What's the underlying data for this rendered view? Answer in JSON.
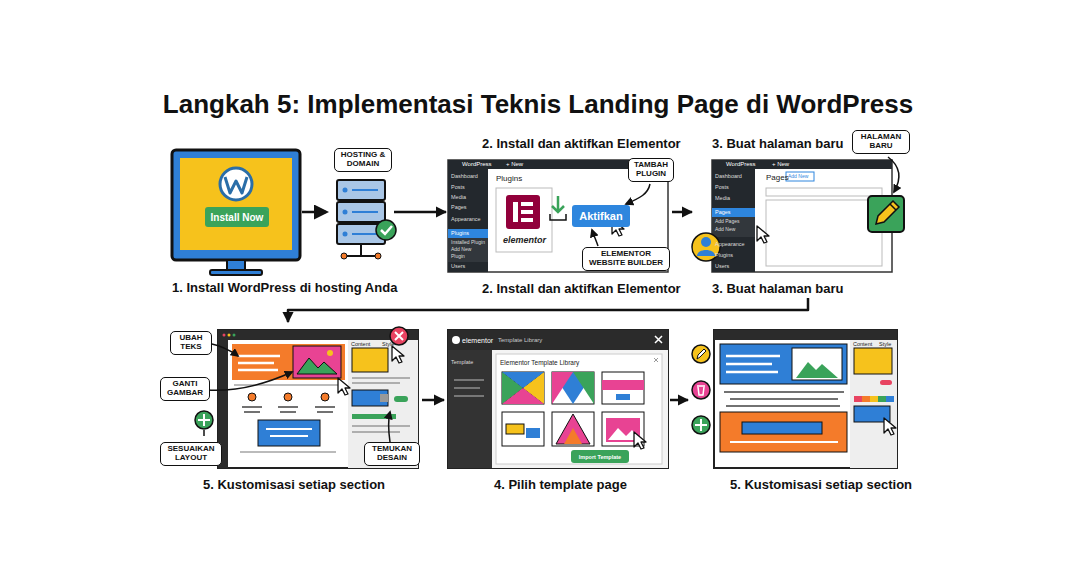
{
  "diagram": {
    "title": "Langkah 5: Implementasi Teknis Landing Page di WordPress",
    "nodes": [
      {
        "text": [
          "1. Install WordPress di hosting Anda"
        ]
      },
      {
        "text": [
          "Install Now"
        ],
        "in": 0
      },
      {
        "text": [
          "HOSTING & DOMAIN"
        ],
        "in": 0
      },
      {
        "text": [
          "2. Install dan aktifkan Elementor",
          "2. Install dan aktifkan Elementor"
        ]
      },
      {
        "text": [
          "TAMBAH PLUGIN"
        ],
        "in": 3
      },
      {
        "text": [
          "Aktifkan"
        ],
        "in": 3
      },
      {
        "text": [
          "ELEMENTOR WEBSITE BUILDER"
        ],
        "in": 3
      },
      {
        "text": [
          "3. Buat halaman baru",
          "3. Buat halaman baru"
        ]
      },
      {
        "text": [
          "HALAMAN BARU"
        ],
        "in": 7
      },
      {
        "text": [
          "5. Kustomisasi setiap section"
        ]
      },
      {
        "text": [
          "UBAH TEKS"
        ],
        "in": 9
      },
      {
        "text": [
          "GANTI GAMBAR"
        ],
        "in": 9
      },
      {
        "text": [
          "SESUAIKAN LAYOUT"
        ],
        "in": 9
      },
      {
        "text": [
          "TEMUKAN DESAIN"
        ],
        "in": 9
      },
      {
        "text": [
          "4. Pilih template page"
        ]
      },
      {
        "text": [
          "Import Template"
        ],
        "in": 14
      },
      {
        "text": [
          "5. Kustomisasi setiap section"
        ]
      }
    ],
    "edges": [
      {
        "from": 0,
        "to": 3,
        "arrow": "to"
      },
      {
        "from": 3,
        "to": 7,
        "arrow": "to"
      },
      {
        "from": 7,
        "to": 9,
        "arrow": "to"
      },
      {
        "from": 9,
        "to": 14,
        "arrow": "to"
      },
      {
        "from": 14,
        "to": 16,
        "arrow": "to"
      }
    ],
    "labels": [
      "WordPress",
      "+ New",
      "Dashboard",
      "Posts",
      "Media",
      "Pages",
      "Appearance",
      "Plugins",
      "Installed Plugin",
      "Add New",
      "Plugin",
      "Users",
      "Plugins",
      "elementor",
      "WordPress",
      "+ New",
      "Dashboard",
      "Posts",
      "Media",
      "Pages",
      "Add Pages",
      "Add New",
      "Appearance",
      "Plugins",
      "Users",
      "Pages",
      "Add New",
      "Content",
      "Style",
      "elementor",
      "Template Library",
      "Template",
      "Elementor Template Library",
      "Content",
      "Style"
    ]
  }
}
